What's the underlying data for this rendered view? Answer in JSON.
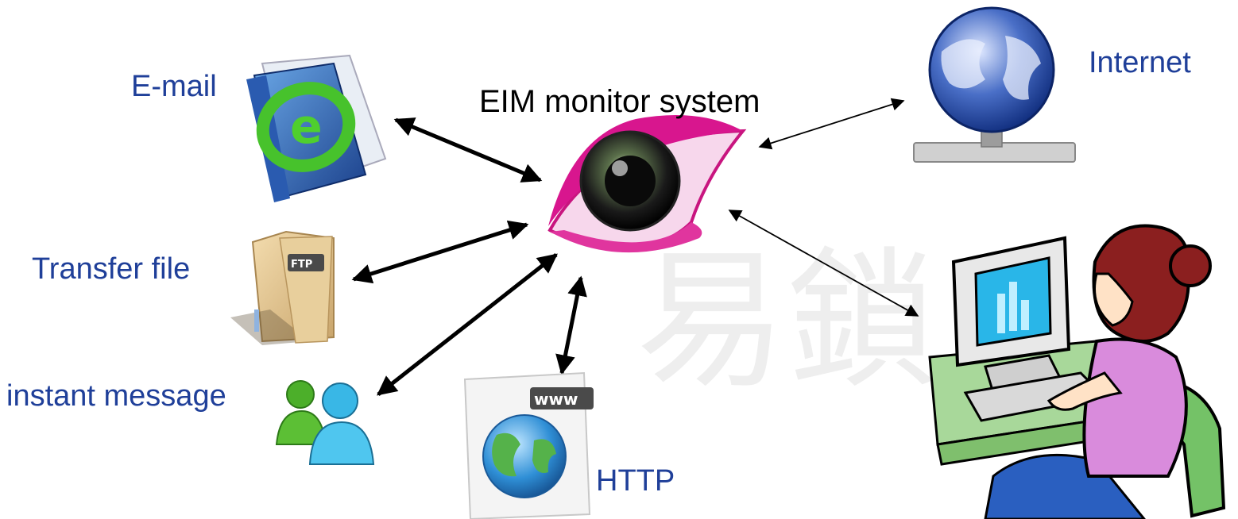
{
  "title": "EIM monitor system",
  "nodes": {
    "email": {
      "label": "E-mail",
      "icon": "email-icon"
    },
    "transfer_file": {
      "label": "Transfer file",
      "icon": "ftp-folder-icon",
      "icon_text": "FTP"
    },
    "instant_message": {
      "label": "instant message",
      "icon": "users-chat-icon"
    },
    "http": {
      "label": "HTTP",
      "icon": "www-globe-document-icon",
      "icon_text": "www"
    },
    "internet": {
      "label": "Internet",
      "icon": "globe-network-icon"
    },
    "user": {
      "label": "",
      "icon": "person-at-computer-icon"
    },
    "monitor": {
      "icon": "eye-icon"
    }
  },
  "watermark": "易鎖",
  "colors": {
    "label_blue": "#1f3f99",
    "eye_magenta": "#d8168e",
    "arrow": "#000000"
  }
}
